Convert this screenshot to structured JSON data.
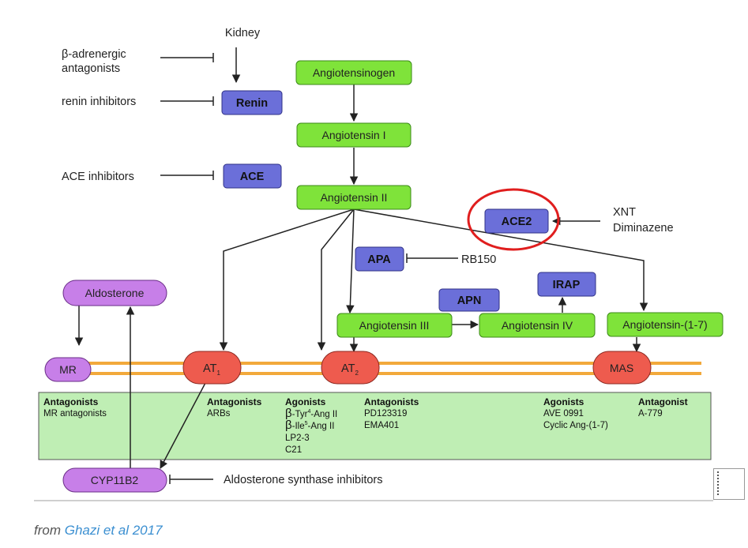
{
  "diagram": {
    "substrates": {
      "angiotensinogen": "Angiotensinogen",
      "angiotensin_i": "Angiotensin I",
      "angiotensin_ii": "Angiotensin II",
      "angiotensin_iii": "Angiotensin III",
      "angiotensin_iv": "Angiotensin IV",
      "angiotensin_1_7": "Angiotensin-(1-7)"
    },
    "enzymes": {
      "renin": "Renin",
      "ace": "ACE",
      "ace2": "ACE2",
      "apa": "APA",
      "apn": "APN",
      "irap": "IRAP"
    },
    "other_nodes": {
      "aldosterone": "Aldosterone",
      "cyp11b2": "CYP11B2",
      "mr": "MR",
      "at1_main": "AT",
      "at1_sub": "1",
      "at2_main": "AT",
      "at2_sub": "2",
      "mas": "MAS"
    },
    "labels": {
      "kidney": "Kidney",
      "beta_line1": "β-adrenergic",
      "beta_line2": "antagonists",
      "renin_inhibitors": "renin inhibitors",
      "ace_inhibitors": "ACE inhibitors",
      "xnt": "XNT",
      "diminazene": "Diminazene",
      "rb150": "RB150",
      "aldosterone_synthase_inhibitors": "Aldosterone synthase inhibitors"
    },
    "drug_panel": {
      "mr": {
        "heading": "Antagonists",
        "items": [
          "MR antagonists"
        ]
      },
      "at1": {
        "heading": "Antagonists",
        "items": [
          "ARBs"
        ]
      },
      "at2_agonists": {
        "heading": "Agonists",
        "beta1_a": "β",
        "beta1_b": "-Tyr",
        "beta1_sup": "4",
        "beta1_c": "-Ang II",
        "beta2_a": "β",
        "beta2_b": "-Ile",
        "beta2_sup": "5",
        "beta2_c": "-Ang II",
        "items": [
          "LP2-3",
          "C21"
        ]
      },
      "at2_antagonists": {
        "heading": "Antagonists",
        "items": [
          "PD123319",
          "EMA401"
        ]
      },
      "mas_agonists": {
        "heading": "Agonists",
        "items": [
          "AVE 0991",
          "Cyclic Ang-(1-7)"
        ]
      },
      "mas_antagonist": {
        "heading": "Antagonist",
        "items": [
          "A-779"
        ]
      }
    }
  },
  "caption": {
    "prefix": "from ",
    "link_text": "Ghazi et al 2017"
  },
  "colors": {
    "substrate_fill": "#7fe33a",
    "enzyme_fill": "#6b6fd9",
    "receptor_fill": "#ee5b4e",
    "purple_fill": "#c77fe8",
    "membrane": "#f2a93b",
    "panel_fill": "#bfeeb4",
    "highlight_circle": "#e01e1e",
    "caption_link": "#3b8fd1"
  }
}
